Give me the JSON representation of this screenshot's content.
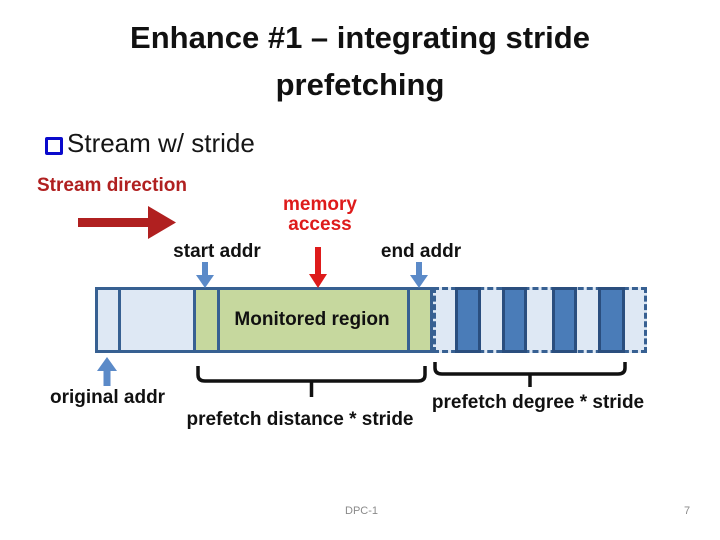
{
  "slide_title": "Enhance #1 – integrating stride prefetching",
  "bullet": {
    "marker_icon": "open-square-checkbox",
    "text": "Stream w/ stride"
  },
  "diagram": {
    "stream_direction_label": "Stream direction",
    "memory_access_label": "memory\naccess",
    "start_addr_label": "start addr",
    "end_addr_label": "end addr",
    "monitored_region_label": "Monitored region",
    "original_addr_label": "original addr",
    "prefetch_distance_label": "prefetch distance * stride",
    "prefetch_degree_label": "prefetch degree * stride",
    "colors": {
      "dark_red": "#B02020",
      "bright_red": "#DE1B1B",
      "steel_blue": "#5B8AC8",
      "navy": "#376092",
      "light_blue": "#DEE8F4",
      "green": "#C6D89E",
      "stripe_fill": "#4A7CB8",
      "stripe_border": "#2A4E7E",
      "bullet_blue": "#0A0ACC"
    }
  },
  "footer": {
    "conference": "DPC-1",
    "page_number": "7"
  }
}
